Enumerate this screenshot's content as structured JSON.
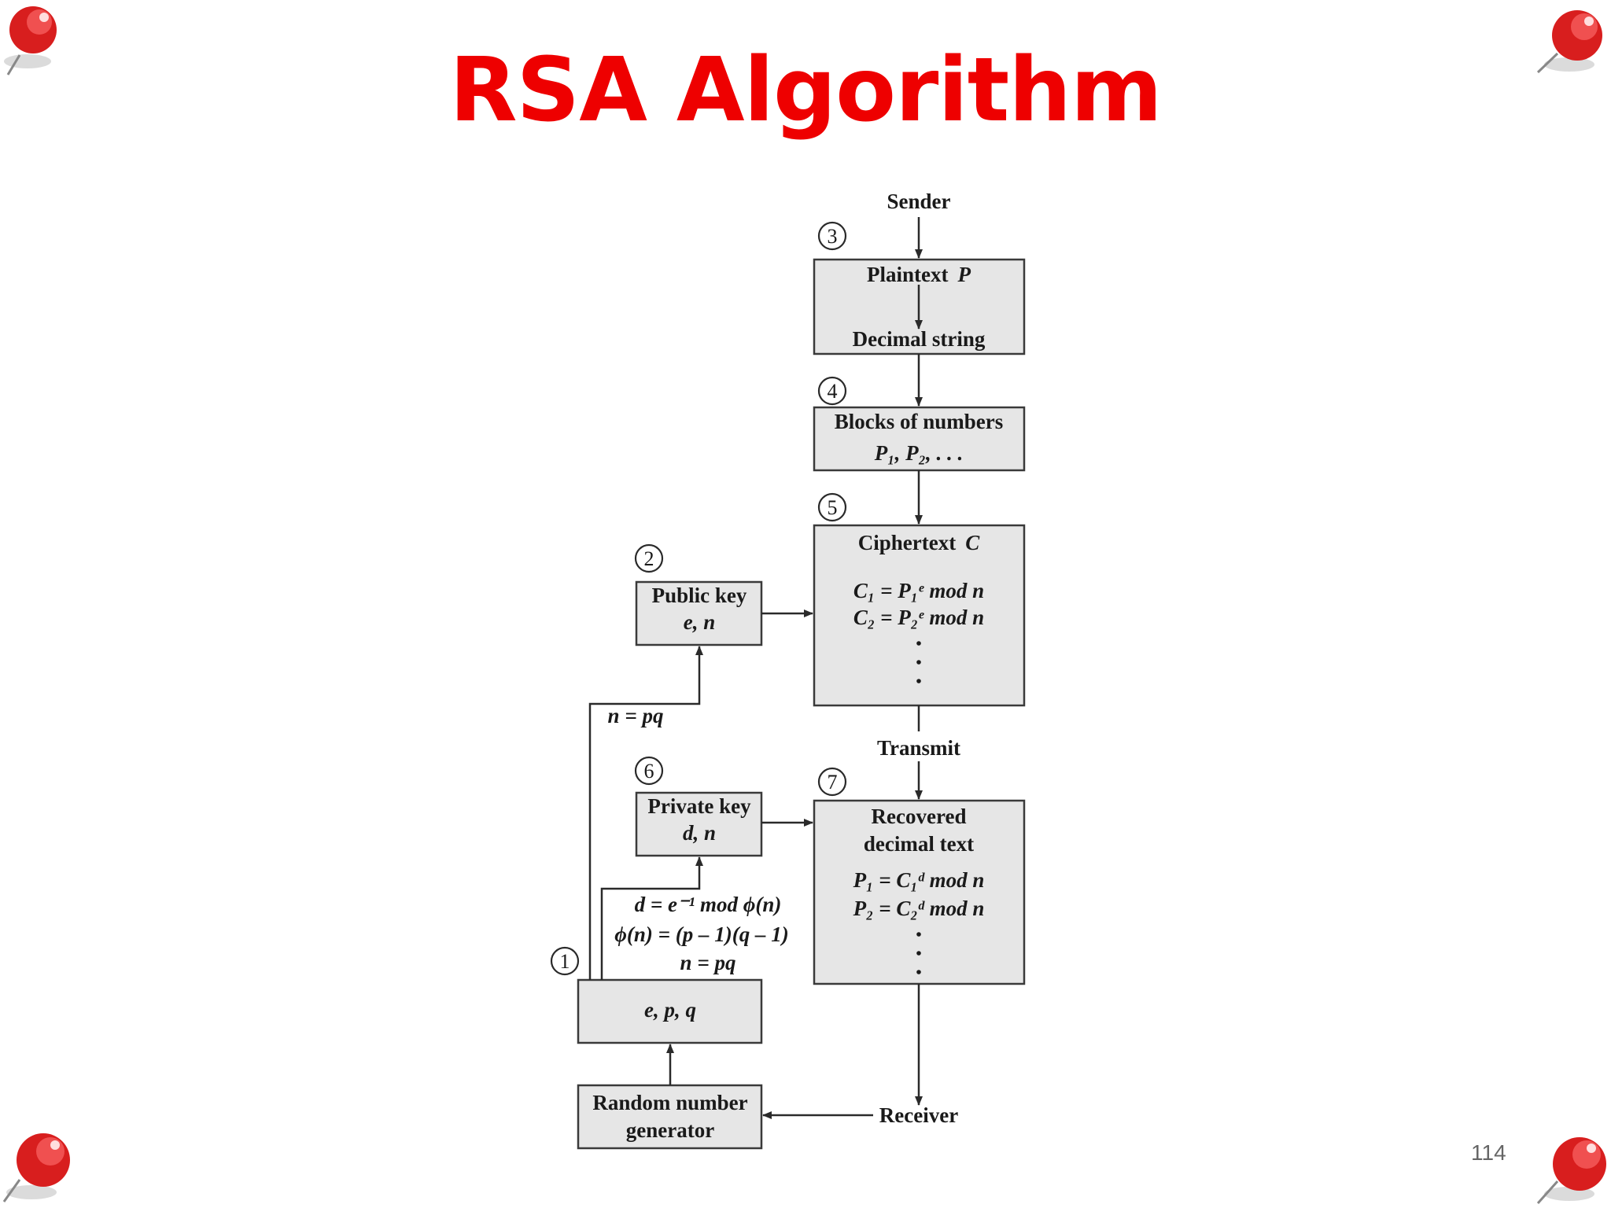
{
  "slide": {
    "title": "RSA Algorithm",
    "page_number": "114",
    "accent_color": "#ee0000",
    "decorations": [
      "pushpin-icon",
      "pushpin-icon",
      "pushpin-icon",
      "pushpin-icon"
    ]
  },
  "diagram": {
    "sender": "Sender",
    "receiver": "Receiver",
    "transmit": "Transmit",
    "steps": [
      "1",
      "2",
      "3",
      "4",
      "5",
      "6",
      "7"
    ],
    "plaintext": {
      "label": "Plaintext",
      "var": "P",
      "sub": "Decimal string"
    },
    "blocks": {
      "label": "Blocks of numbers"
    },
    "ciphertext": {
      "label": "Ciphertext",
      "var": "C"
    },
    "public_key": {
      "label": "Public key",
      "vars": "e, n"
    },
    "private_key": {
      "label": "Private key",
      "vars": "d, n"
    },
    "recovered": {
      "line1": "Recovered",
      "line2": "decimal text"
    },
    "epq": {
      "vars": "e, p, q"
    },
    "rng": {
      "line1": "Random number",
      "line2": "generator"
    },
    "n_pq_upper": "n = pq",
    "formulas": {
      "d": "d = e⁻¹ mod ϕ(n)",
      "phi": "ϕ(n) = (p – 1)(q – 1)",
      "n": "n = pq"
    },
    "blocks_formula": "P₁, P₂, . . .",
    "cipher_formulas": [
      "C₁ = P₁ᵉ mod n",
      "C₂ = P₂ᵉ mod n"
    ],
    "recover_formulas": [
      "P₁ = C₁ᵈ mod n",
      "P₂ = C₂ᵈ mod n"
    ]
  }
}
